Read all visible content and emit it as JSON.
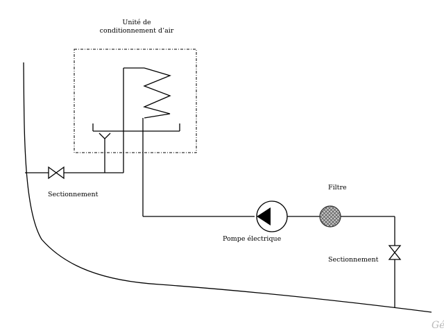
{
  "labels": {
    "unit_line1": "Unité de",
    "unit_line2": "conditionnement d’air",
    "valve_left": "Sectionnement",
    "filter": "Filtre",
    "pump": "Pompe électrique",
    "valve_right": "Sectionnement",
    "signature": "Gé"
  },
  "colors": {
    "line": "#000000",
    "filter_fill": "#9a9a9a",
    "signature": "#b8b8b8"
  },
  "icons": {
    "valve": "gate-valve-icon",
    "pump": "pump-icon",
    "filter": "filter-icon",
    "coil": "heat-exchanger-coil-icon"
  }
}
